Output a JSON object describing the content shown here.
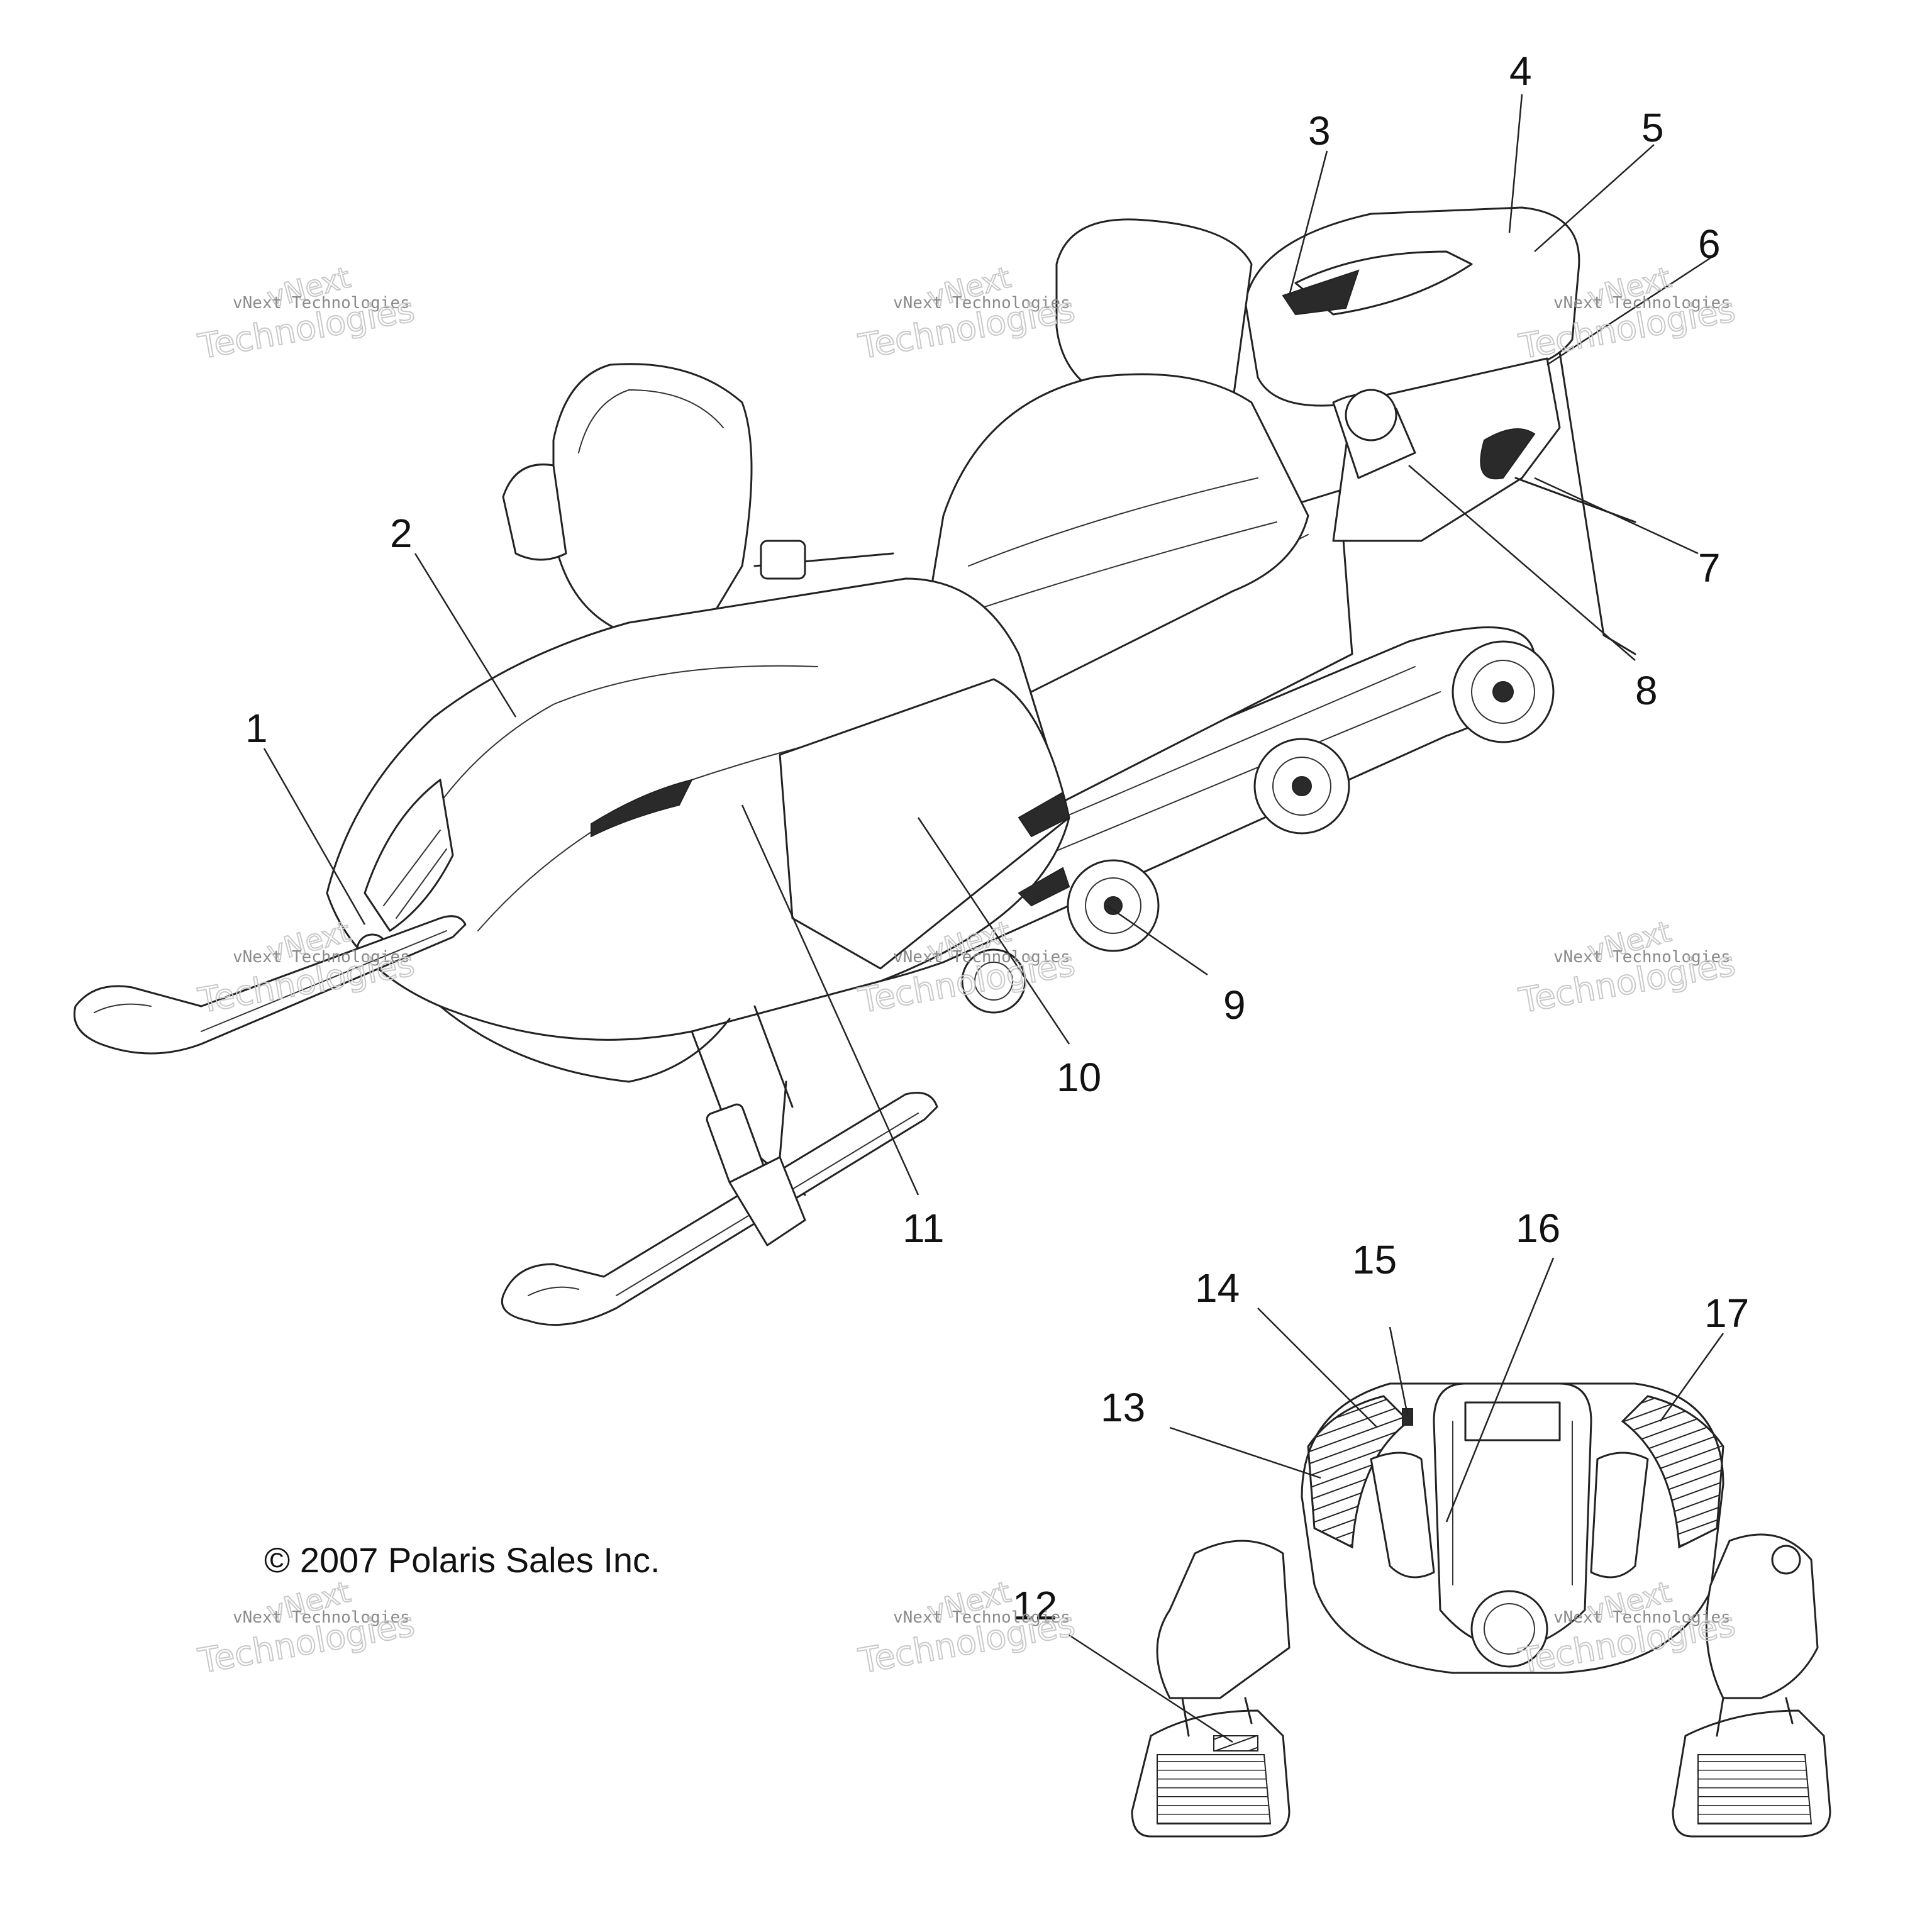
{
  "copyright": "© 2007 Polaris Sales Inc.",
  "watermark": {
    "line1": "vNext",
    "line2": "vNext Technologies",
    "line3": "Technologies"
  },
  "callouts": [
    "1",
    "2",
    "3",
    "4",
    "5",
    "6",
    "7",
    "8",
    "9",
    "10",
    "11",
    "12",
    "13",
    "14",
    "15",
    "16",
    "17"
  ]
}
